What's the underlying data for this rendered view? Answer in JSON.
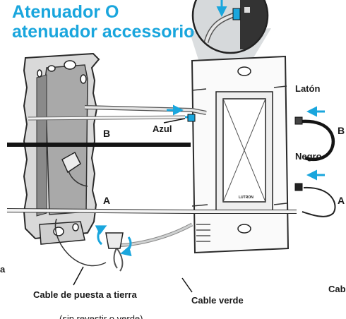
{
  "title": {
    "line1": "Atenuador O",
    "line2": "atenuador accessorio"
  },
  "labels": {
    "azul": "Azul",
    "laton": "Latón",
    "negro": "Negro",
    "b_left": "B",
    "a_left": "A",
    "b_right": "B",
    "a_right": "A",
    "ground_cable": "Cable de puesta a tierra",
    "ground_cable_cut": "(sin revestir o verde)",
    "green_cable": "Cable verde",
    "cab_cut": "Cab",
    "edge_a_cut": "a",
    "brand": "LUTRON"
  },
  "colors": {
    "accent": "#1aa6dd",
    "arrow": "#1aa6dd",
    "black_wire": "#141414",
    "box": "#8c8c8c"
  }
}
